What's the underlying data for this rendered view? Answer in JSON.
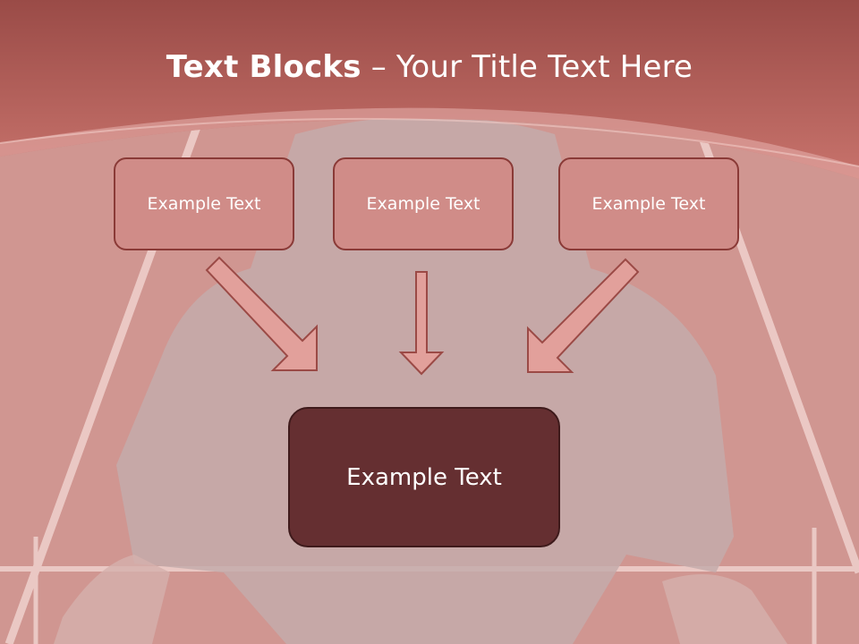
{
  "title": {
    "bold": "Text Blocks",
    "separator": " – ",
    "rest": "Your Title Text Here"
  },
  "boxes": {
    "left": "Example Text",
    "center": "Example Text",
    "right": "Example Text",
    "main": "Example Text"
  },
  "colors": {
    "header": "#b96660",
    "track": "#c97872",
    "box_fill": "#d08c88",
    "box_border": "#8a3a37",
    "main_fill": "#652f31",
    "arrow_fill": "#e2a09b"
  }
}
